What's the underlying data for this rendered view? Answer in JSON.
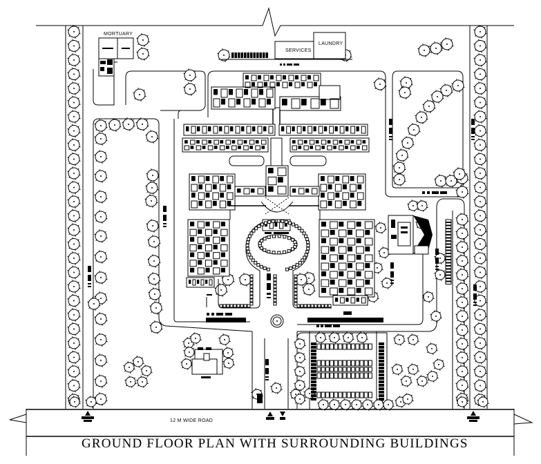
{
  "drawing": {
    "title": "GROUND FLOOR PLAN WITH SURROUNDING BUILDINGS",
    "road_label": "12 M WIDE ROAD",
    "buildings": [
      {
        "id": "mortuary",
        "label": "MORTUARY"
      },
      {
        "id": "services",
        "label": "SERVICES"
      },
      {
        "id": "laundry",
        "label": "LAUNDRY"
      },
      {
        "id": "main-hospital",
        "label": ""
      },
      {
        "id": "staff-quarters",
        "label": ""
      },
      {
        "id": "auditorium",
        "label": ""
      }
    ],
    "symbols": {
      "entry": "up-triangle-arrow",
      "exit": "down-triangle-arrow",
      "tree": "tree-icon",
      "roundabout": "roundabout-icon",
      "break_line": "break-line-icon"
    },
    "colors": {
      "ink": "#000000",
      "paper": "#ffffff"
    }
  }
}
